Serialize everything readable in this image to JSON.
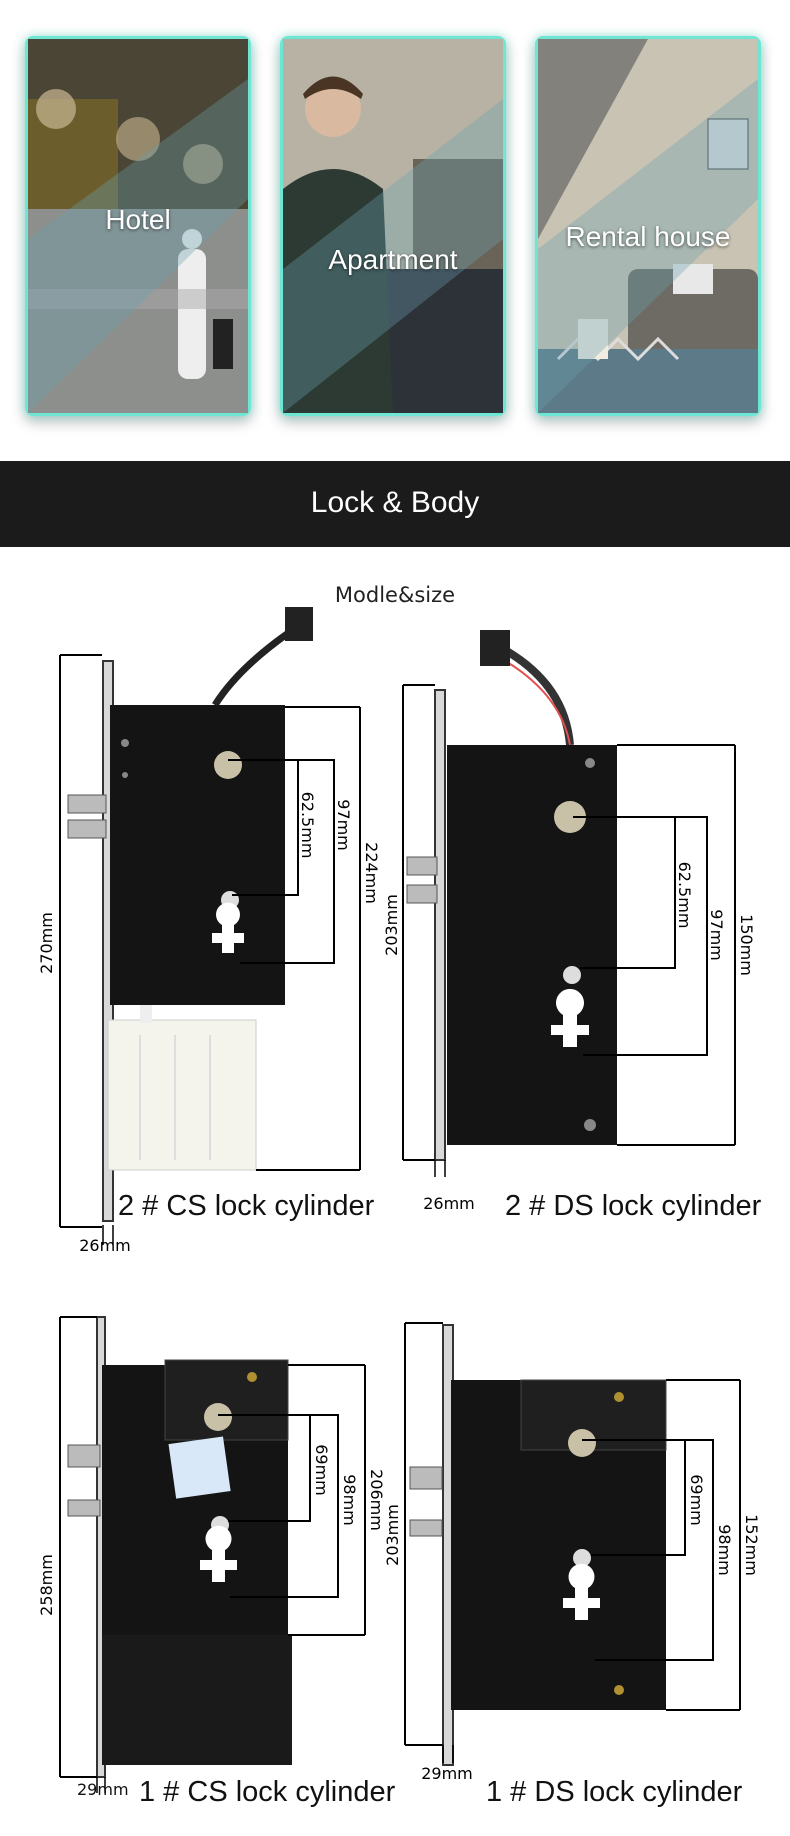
{
  "scenes": [
    {
      "label": "Hotel"
    },
    {
      "label": "Apartment"
    },
    {
      "label": "Rental house"
    }
  ],
  "banner": {
    "title": "Lock & Body"
  },
  "section": {
    "subtitle": "Modle&size"
  },
  "locks": [
    {
      "caption": "2 # CS lock cylinder",
      "height": "270mm",
      "body": "224mm",
      "outer": "97mm",
      "inner": "62.5mm",
      "thickness": "26mm"
    },
    {
      "caption": "2 # DS lock cylinder",
      "height": "203mm",
      "body": "150mm",
      "outer": "97mm",
      "inner": "62.5mm",
      "thickness": "26mm"
    },
    {
      "caption": "1 # CS lock cylinder",
      "height": "258mm",
      "body": "206mm",
      "outer": "98mm",
      "inner": "69mm",
      "thickness": "29mm"
    },
    {
      "caption": "1 # DS lock cylinder",
      "height": "203mm",
      "body": "152mm",
      "outer": "98mm",
      "inner": "69mm",
      "thickness": "29mm"
    }
  ],
  "colors": {
    "accent": "#6fe6d4",
    "banner": "#1b1b1b",
    "lock_body": "#141414",
    "faceplate": "#d8d8d8"
  }
}
